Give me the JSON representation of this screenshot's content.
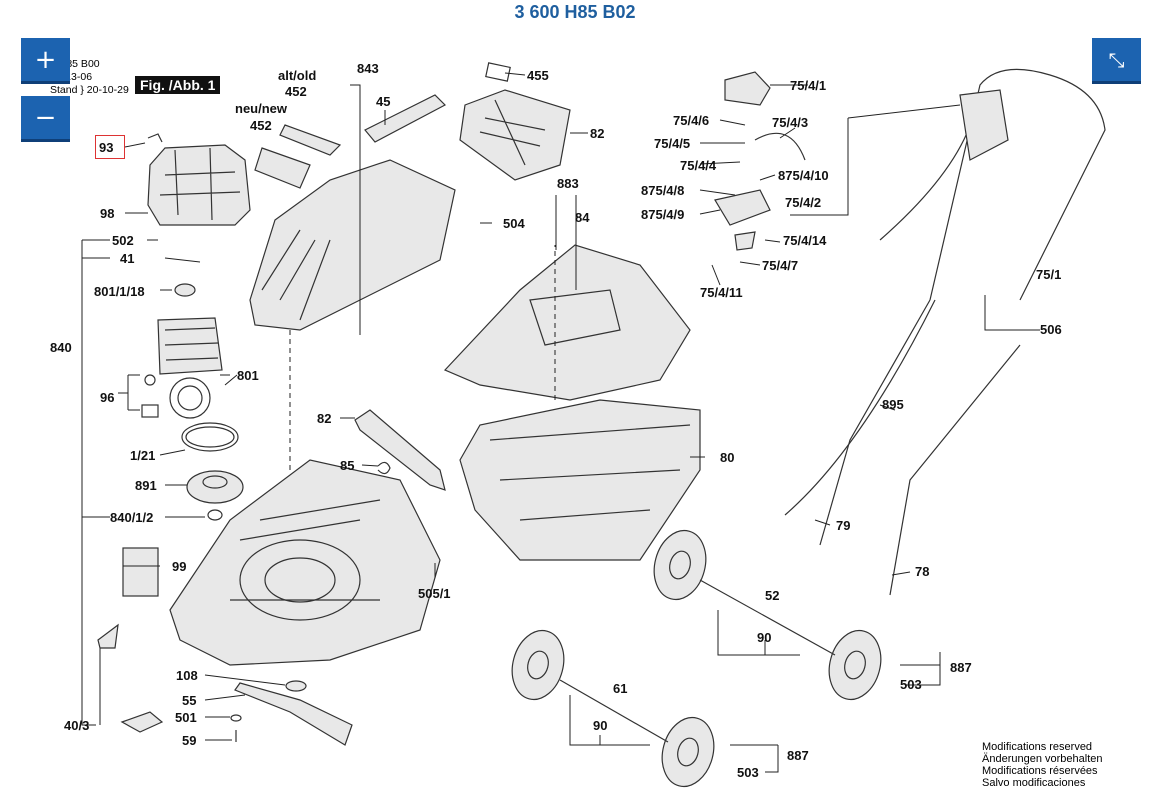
{
  "title": "3 600 H85 B02",
  "meta": {
    "line1": "0 H85 B00",
    "line2": "e } 13-06",
    "line3": "Stand } 20-10-29"
  },
  "figure_label": "Fig. /Abb. 1",
  "controls": {
    "zoom_in": "+",
    "zoom_out": "−",
    "fit": "⤡"
  },
  "notes": [
    "Modifications reserved",
    "Änderungen vorbehalten",
    "Modifications réservées",
    "Salvo modificaciones"
  ],
  "labels": {
    "l93": "93",
    "l98": "98",
    "l502": "502",
    "l41": "41",
    "l801_1_18": "801/1/18",
    "l840": "840",
    "l96": "96",
    "l801": "801",
    "l1_21": "1/21",
    "l891": "891",
    "l840_1_2": "840/1/2",
    "l99": "99",
    "l40_3": "40/3",
    "l108": "108",
    "l55": "55",
    "l501": "501",
    "l59": "59",
    "l85": "85",
    "l82a": "82",
    "l505_1": "505/1",
    "l843": "843",
    "l45": "45",
    "l504": "504",
    "l455": "455",
    "l82b": "82",
    "l883": "883",
    "l84": "84",
    "l80": "80",
    "alt_old": "alt/old",
    "l452a": "452",
    "neu_new": "neu/new",
    "l452b": "452",
    "l75_4_1": "75/4/1",
    "l75_4_6": "75/4/6",
    "l75_4_3": "75/4/3",
    "l75_4_5": "75/4/5",
    "l75_4_4": "75/4/4",
    "l875_4_10": "875/4/10",
    "l875_4_8": "875/4/8",
    "l75_4_2": "75/4/2",
    "l875_4_9": "875/4/9",
    "l75_4_14": "75/4/14",
    "l75_4_7": "75/4/7",
    "l75_4_11": "75/4/11",
    "l75_1": "75/1",
    "l506": "506",
    "l895": "895",
    "l79": "79",
    "l78": "78",
    "l52": "52",
    "l90a": "90",
    "l887a": "887",
    "l503a": "503",
    "l61": "61",
    "l90b": "90",
    "l887b": "887",
    "l503b": "503"
  }
}
